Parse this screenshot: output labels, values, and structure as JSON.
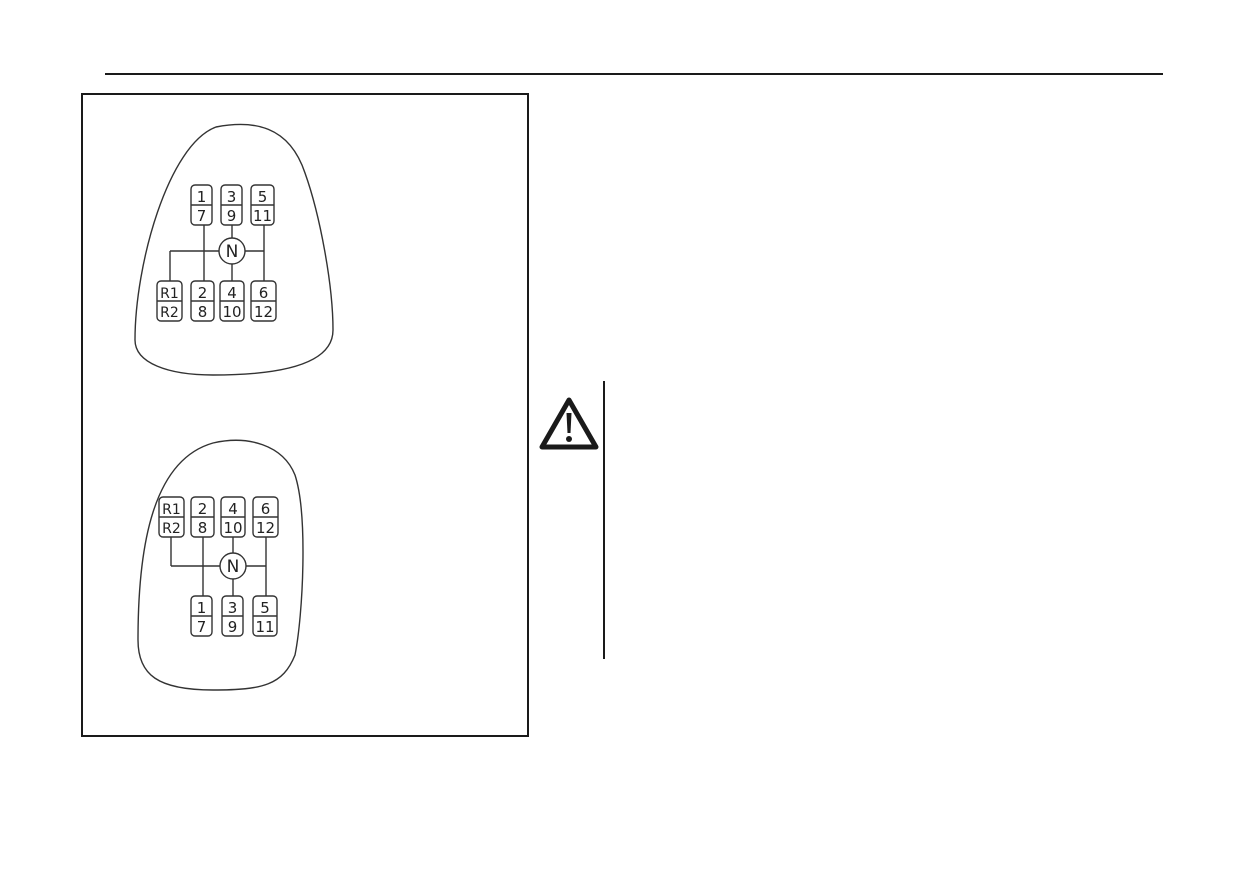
{
  "diagram": {
    "upper_pattern": {
      "top_row": [
        {
          "upper": "1",
          "lower": "7"
        },
        {
          "upper": "3",
          "lower": "9"
        },
        {
          "upper": "5",
          "lower": "11"
        }
      ],
      "neutral": "N",
      "bottom_row": [
        {
          "upper": "R1",
          "lower": "R2"
        },
        {
          "upper": "2",
          "lower": "8"
        },
        {
          "upper": "4",
          "lower": "10"
        },
        {
          "upper": "6",
          "lower": "12"
        }
      ]
    },
    "lower_pattern": {
      "top_row": [
        {
          "upper": "R1",
          "lower": "R2"
        },
        {
          "upper": "2",
          "lower": "8"
        },
        {
          "upper": "4",
          "lower": "10"
        },
        {
          "upper": "6",
          "lower": "12"
        }
      ],
      "neutral": "N",
      "bottom_row": [
        {
          "upper": "1",
          "lower": "7"
        },
        {
          "upper": "3",
          "lower": "9"
        },
        {
          "upper": "5",
          "lower": "11"
        }
      ]
    }
  },
  "warning": {
    "icon": "warning-triangle-icon",
    "color": "#1a1a1a"
  }
}
